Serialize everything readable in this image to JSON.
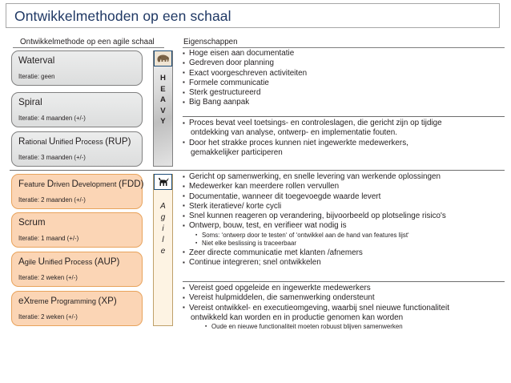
{
  "slide": {
    "title": "Ontwikkelmethoden op een schaal",
    "title_color": "#1f3864"
  },
  "columns": {
    "left_header": "Ontwikkelmethode op een agile schaal",
    "right_header": "Eigenschappen"
  },
  "heavy": {
    "bar_label": [
      "H",
      "E",
      "A",
      "V",
      "Y"
    ],
    "bar_icon": "elephant-icon",
    "methods": [
      {
        "name_plain": "Waterval",
        "name_parts": [
          {
            "t": "Waterval",
            "sc": false
          }
        ],
        "iteration": "Iteratie: geen"
      },
      {
        "name_plain": "Spiral",
        "name_parts": [
          {
            "t": "Spiral",
            "sc": false
          }
        ],
        "iteration": "Iteratie: 4 maanden (+/-)"
      },
      {
        "name_plain": "Rational Unified Process (RUP)",
        "name_parts": [
          {
            "t": "R",
            "sc": false
          },
          {
            "t": "ational ",
            "sc": true
          },
          {
            "t": "U",
            "sc": false
          },
          {
            "t": "nified ",
            "sc": true
          },
          {
            "t": "P",
            "sc": false
          },
          {
            "t": "rocess ",
            "sc": true
          },
          {
            "t": "(RUP)",
            "sc": false
          }
        ],
        "iteration": "Iteratie: 3 maanden (+/-)"
      }
    ],
    "properties_group_1": [
      {
        "level": 1,
        "text": "Hoge eisen aan documentatie"
      },
      {
        "level": 1,
        "text": "Gedreven door planning"
      },
      {
        "level": 1,
        "text": "Exact voorgeschreven activiteiten"
      },
      {
        "level": 1,
        "text": "Formele communicatie"
      },
      {
        "level": 1,
        "text": "Sterk gestructureerd"
      },
      {
        "level": 1,
        "text": "Big Bang aanpak"
      }
    ],
    "properties_group_2": [
      {
        "level": 1,
        "text": "Proces bevat veel toetsings- en controleslagen, die gericht zijn op tijdige",
        "cont": "ontdekking van analyse, ontwerp- en implementatie fouten."
      },
      {
        "level": 1,
        "text": "Door het strakke proces kunnen niet ingewerkte medewerkers,",
        "cont": "gemakkelijker participeren"
      }
    ]
  },
  "agile": {
    "bar_label": [
      "A",
      "g",
      "i",
      "l",
      "e"
    ],
    "bar_icon": "dog-icon",
    "methods": [
      {
        "name_plain": "Feature Driven Development (FDD)",
        "name_parts": [
          {
            "t": "F",
            "sc": false
          },
          {
            "t": "eature ",
            "sc": true
          },
          {
            "t": "D",
            "sc": false
          },
          {
            "t": "riven ",
            "sc": true
          },
          {
            "t": "D",
            "sc": false
          },
          {
            "t": "evelopment ",
            "sc": true
          },
          {
            "t": "(FDD)",
            "sc": false
          }
        ],
        "iteration": "Iteratie: 2 maanden (+/-)"
      },
      {
        "name_plain": "Scrum",
        "name_parts": [
          {
            "t": "Scrum",
            "sc": false
          }
        ],
        "iteration": "Iteratie: 1 maand (+/-)"
      },
      {
        "name_plain": "Agile Unified Process (AUP)",
        "name_parts": [
          {
            "t": "A",
            "sc": false
          },
          {
            "t": "gile ",
            "sc": true
          },
          {
            "t": "U",
            "sc": false
          },
          {
            "t": "nified ",
            "sc": true
          },
          {
            "t": "P",
            "sc": false
          },
          {
            "t": "rocess ",
            "sc": true
          },
          {
            "t": "(AUP)",
            "sc": false
          }
        ],
        "iteration": "Iteratie: 2 weken (+/-)"
      },
      {
        "name_plain": "eXtreme Programming (XP)",
        "name_parts": [
          {
            "t": "eX",
            "sc": false
          },
          {
            "t": "treme ",
            "sc": true
          },
          {
            "t": "P",
            "sc": false
          },
          {
            "t": "rogramming ",
            "sc": true
          },
          {
            "t": "(XP)",
            "sc": false
          }
        ],
        "iteration": "Iteratie: 2 weken (+/-)"
      }
    ],
    "properties_group_1": [
      {
        "level": 1,
        "text": "Gericht op samenwerking, en snelle levering van werkende oplossingen"
      },
      {
        "level": 1,
        "text": "Medewerker kan meerdere rollen vervullen"
      },
      {
        "level": 1,
        "text": "Documentatie, wanneer dit  toegevoegde waarde levert"
      },
      {
        "level": 1,
        "text": "Sterk iteratieve/ korte cycli"
      },
      {
        "level": 1,
        "text": "Snel kunnen reageren op verandering, bijvoorbeeld op plotselinge risico's"
      },
      {
        "level": 1,
        "text": "Ontwerp, bouw, test, en verifieer wat nodig is"
      },
      {
        "level": 2,
        "text": "Soms: ‘ontwerp door te testen‘ of ‘ontwikkel aan de hand van features lijst‘"
      },
      {
        "level": 2,
        "text": "Niet elke beslissing is traceerbaar"
      },
      {
        "level": 1,
        "text": "Zeer directe communicatie met klanten /afnemers"
      },
      {
        "level": 1,
        "text": "Continue integreren;  snel ontwikkelen"
      }
    ],
    "properties_group_2": [
      {
        "level": 1,
        "text": "Vereist goed opgeleide en ingewerkte medewerkers"
      },
      {
        "level": 1,
        "text": "Vereist hulpmiddelen, die samenwerking ondersteunt"
      },
      {
        "level": 1,
        "text": "Vereist ontwikkel- en executieomgeving, waarbij snel nieuwe functionaliteit",
        "cont": "ontwikkeld kan worden en in productie genomen kan worden"
      },
      {
        "level": 3,
        "text": "Oude en nieuwe functionaliteit moeten robuust blijven samenwerken"
      }
    ]
  }
}
